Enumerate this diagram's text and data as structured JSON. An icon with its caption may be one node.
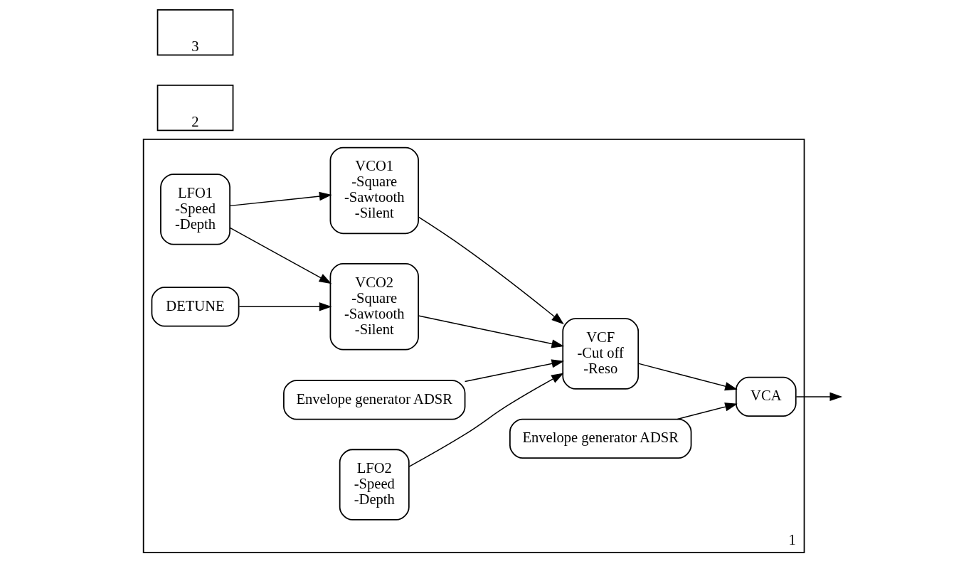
{
  "diagram": {
    "nodes": [
      {
        "text": [
          "1"
        ]
      },
      {
        "text": [
          "2"
        ]
      },
      {
        "text": [
          "3"
        ]
      },
      {
        "text": [
          "VCO1",
          "-Square",
          "-Sawtooth",
          "-Silent"
        ],
        "in": 0
      },
      {
        "text": [
          "VCO2",
          "-Square",
          "-Sawtooth",
          "-Silent"
        ],
        "in": 0
      },
      {
        "text": [
          "VCF",
          "-Cut off",
          "-Reso"
        ],
        "in": 0
      },
      {
        "text": [
          "VCA"
        ],
        "in": 0
      },
      {
        "text": [
          "LFO1",
          "-Speed",
          "-Depth"
        ],
        "in": 0
      },
      {
        "text": [
          "DETUNE"
        ],
        "in": 0
      },
      {
        "text": [
          "Envelope generator ADSR"
        ],
        "in": 0
      },
      {
        "text": [
          "LFO2",
          "-Speed",
          "-Depth"
        ],
        "in": 0
      },
      {
        "text": [
          "Envelope generator ADSR"
        ],
        "in": 0
      }
    ],
    "edges": [
      {
        "from": 7,
        "to": 3,
        "arrow": "to"
      },
      {
        "from": 7,
        "to": 4,
        "arrow": "to"
      },
      {
        "from": 8,
        "to": 4,
        "arrow": "to"
      },
      {
        "from": 3,
        "to": 5,
        "arrow": "to"
      },
      {
        "from": 4,
        "to": 5,
        "arrow": "to"
      },
      {
        "from": 9,
        "to": 5,
        "arrow": "to"
      },
      {
        "from": 10,
        "to": 5,
        "arrow": "to"
      },
      {
        "from": 5,
        "to": 6,
        "arrow": "to"
      },
      {
        "from": 11,
        "to": 6,
        "arrow": "to"
      },
      {
        "from": 6,
        "to": null,
        "arrow": "to"
      }
    ]
  }
}
